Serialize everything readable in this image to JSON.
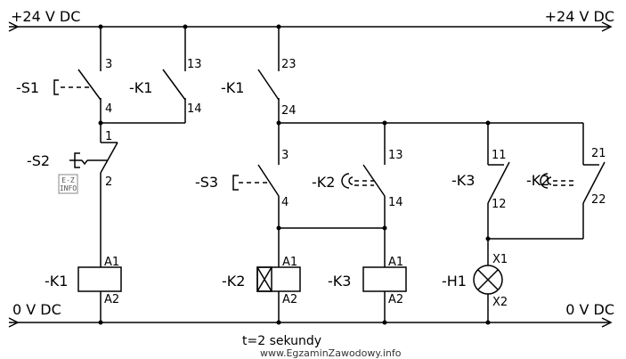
{
  "rails": {
    "top_left": "+24 V DC",
    "top_right": "+24 V DC",
    "bottom_left": "0 V DC",
    "bottom_right": "0 V DC"
  },
  "devices": {
    "s1": "-S1",
    "k1_contact_a": "-K1",
    "k1_contact_b": "-K1",
    "s2": "-S2",
    "k1_coil": "-K1",
    "s3": "-S3",
    "k2_contact_a": "-K2",
    "k2_coil": "-K2",
    "k3_coil": "-K3",
    "k3_contact": "-K3",
    "k2_contact_b": "-K2",
    "h1": "-H1"
  },
  "terminals": {
    "s1_3": "3",
    "s1_4": "4",
    "k1a_13": "13",
    "k1a_14": "14",
    "s2_1": "1",
    "s2_2": "2",
    "k1c_a1": "A1",
    "k1c_a2": "A2",
    "k1b_23": "23",
    "k1b_24": "24",
    "s3_3": "3",
    "s3_4": "4",
    "k2a_13": "13",
    "k2a_14": "14",
    "k2c_a1": "A1",
    "k2c_a2": "A2",
    "k3c_a1": "A1",
    "k3c_a2": "A2",
    "k3_11": "11",
    "k3_12": "12",
    "k2b_21": "21",
    "k2b_22": "22",
    "h1_x1": "X1",
    "h1_x2": "X2"
  },
  "caption": "t=2 sekundy",
  "watermark": "www.EgzaminZawodowy.info",
  "s2_symbol": {
    "line1": "E-Z",
    "line2": "INFO"
  }
}
